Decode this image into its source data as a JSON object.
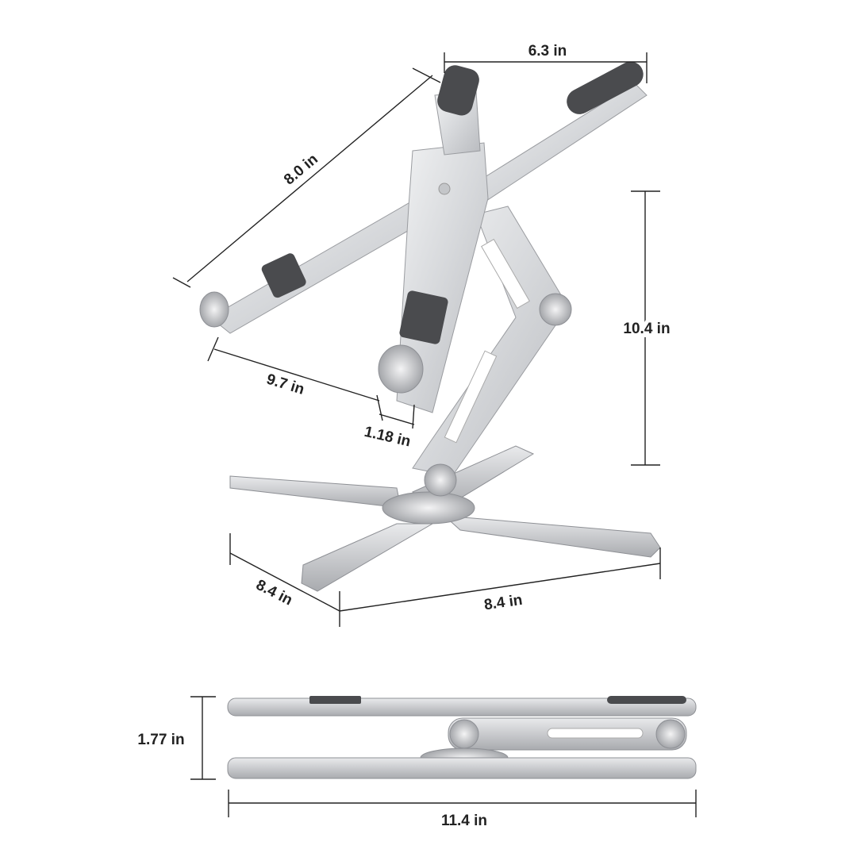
{
  "dimensions": {
    "top_width": "6.3 in",
    "arm_length": "8.0 in",
    "height": "10.4 in",
    "holder_span": "9.7 in",
    "lip_depth": "1.18 in",
    "base_depth": "8.4 in",
    "base_width": "8.4 in",
    "folded_height": "1.77 in",
    "folded_length": "11.4 in"
  },
  "colors": {
    "aluminum": "#d4d6d9",
    "pad": "#4a4b4e",
    "lines": "#222222"
  }
}
